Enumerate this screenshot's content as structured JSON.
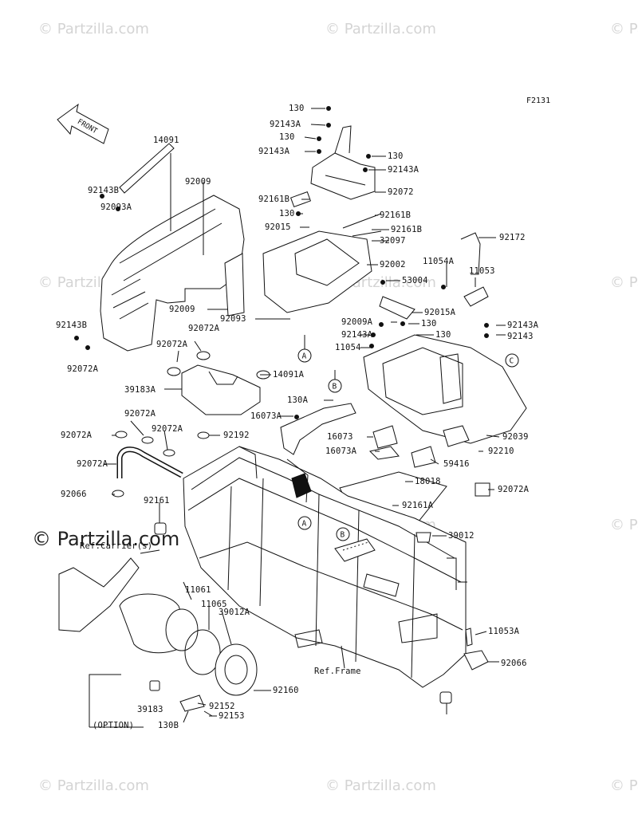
{
  "figure_code": "F2131",
  "front_label": "FRONT",
  "watermark": "© Partzilla.com",
  "callouts": [
    "A",
    "B",
    "C"
  ],
  "ref_labels": {
    "carrier": "Ref.Carrier(s)",
    "frame": "Ref.Frame",
    "option": "(OPTION)"
  },
  "parts": [
    {
      "id": "p130a",
      "text": "130"
    },
    {
      "id": "p92143a_1",
      "text": "92143A"
    },
    {
      "id": "p130b",
      "text": "130"
    },
    {
      "id": "p92143a_2",
      "text": "92143A"
    },
    {
      "id": "p130c",
      "text": "130"
    },
    {
      "id": "p92143a_3",
      "text": "92143A"
    },
    {
      "id": "p92072",
      "text": "92072"
    },
    {
      "id": "p92161b_1",
      "text": "92161B"
    },
    {
      "id": "p130d",
      "text": "130"
    },
    {
      "id": "p92015",
      "text": "92015"
    },
    {
      "id": "p92161b_2",
      "text": "92161B"
    },
    {
      "id": "p92161b_3",
      "text": "92161B"
    },
    {
      "id": "p32097",
      "text": "32097"
    },
    {
      "id": "p92002",
      "text": "92002"
    },
    {
      "id": "p53004",
      "text": "53004"
    },
    {
      "id": "p92093",
      "text": "92093"
    },
    {
      "id": "p14091",
      "text": "14091"
    },
    {
      "id": "p92009_1",
      "text": "92009"
    },
    {
      "id": "p92143b_1",
      "text": "92143B"
    },
    {
      "id": "p92093a",
      "text": "92093A"
    },
    {
      "id": "p92009_2",
      "text": "92009"
    },
    {
      "id": "p92143b_2",
      "text": "92143B"
    },
    {
      "id": "p92072a_1",
      "text": "92072A"
    },
    {
      "id": "p92072a_2",
      "text": "92072A"
    },
    {
      "id": "p92072a_3",
      "text": "92072A"
    },
    {
      "id": "p14091a",
      "text": "14091A"
    },
    {
      "id": "p39183a",
      "text": "39183A"
    },
    {
      "id": "p92172",
      "text": "92172"
    },
    {
      "id": "p11054a",
      "text": "11054A"
    },
    {
      "id": "p11053",
      "text": "11053"
    },
    {
      "id": "p92015a",
      "text": "92015A"
    },
    {
      "id": "p92009a",
      "text": "92009A"
    },
    {
      "id": "p130e",
      "text": "130"
    },
    {
      "id": "p92143a_4",
      "text": "92143A"
    },
    {
      "id": "p92143",
      "text": "92143"
    },
    {
      "id": "p130f",
      "text": "130"
    },
    {
      "id": "p92143a_5",
      "text": "92143A"
    },
    {
      "id": "p11054",
      "text": "11054"
    },
    {
      "id": "p130a_2",
      "text": "130A"
    },
    {
      "id": "p16073a_1",
      "text": "16073A"
    },
    {
      "id": "p16073",
      "text": "16073"
    },
    {
      "id": "p16073a_2",
      "text": "16073A"
    },
    {
      "id": "p59416",
      "text": "59416"
    },
    {
      "id": "p92039",
      "text": "92039"
    },
    {
      "id": "p92210",
      "text": "92210"
    },
    {
      "id": "p18018",
      "text": "18018"
    },
    {
      "id": "p92161a",
      "text": "92161A"
    },
    {
      "id": "p92072a_4",
      "text": "92072A"
    },
    {
      "id": "p92072a_5",
      "text": "92072A"
    },
    {
      "id": "p92072a_6",
      "text": "92072A"
    },
    {
      "id": "p92072a_7",
      "text": "92072A"
    },
    {
      "id": "p92192",
      "text": "92192"
    },
    {
      "id": "p92072a_8",
      "text": "92072A"
    },
    {
      "id": "p92066_1",
      "text": "92066"
    },
    {
      "id": "p92161",
      "text": "92161"
    },
    {
      "id": "p39012",
      "text": "39012"
    },
    {
      "id": "p11061",
      "text": "11061"
    },
    {
      "id": "p11065",
      "text": "11065"
    },
    {
      "id": "p39012a",
      "text": "39012A"
    },
    {
      "id": "p92160",
      "text": "92160"
    },
    {
      "id": "p39183",
      "text": "39183"
    },
    {
      "id": "p92152",
      "text": "92152"
    },
    {
      "id": "p130b_2",
      "text": "130B"
    },
    {
      "id": "p92153",
      "text": "92153"
    },
    {
      "id": "p11053a",
      "text": "11053A"
    },
    {
      "id": "p92066_2",
      "text": "92066"
    }
  ]
}
